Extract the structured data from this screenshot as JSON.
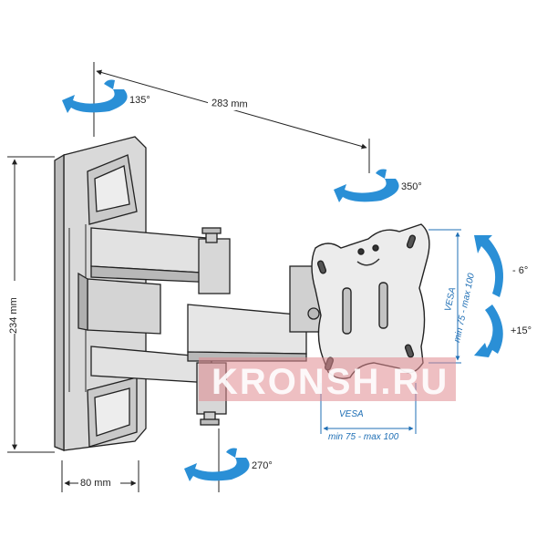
{
  "dimensions": {
    "width_label": "283 mm",
    "height_label": "234 mm",
    "depth_label": "80 mm"
  },
  "rotations": {
    "top_pivot": "135°",
    "head_pivot": "350°",
    "bottom_pivot": "270°",
    "tilt_up": "- 6°",
    "tilt_down": "+15°"
  },
  "vesa": {
    "title": "VESA",
    "range": "min 75 - max 100"
  },
  "watermark": {
    "text": "KRONSH.RU"
  },
  "colors": {
    "accent": "#2a8fd6",
    "vesa_text": "#1f6fb5",
    "watermark_bg": "#e08a8f"
  }
}
